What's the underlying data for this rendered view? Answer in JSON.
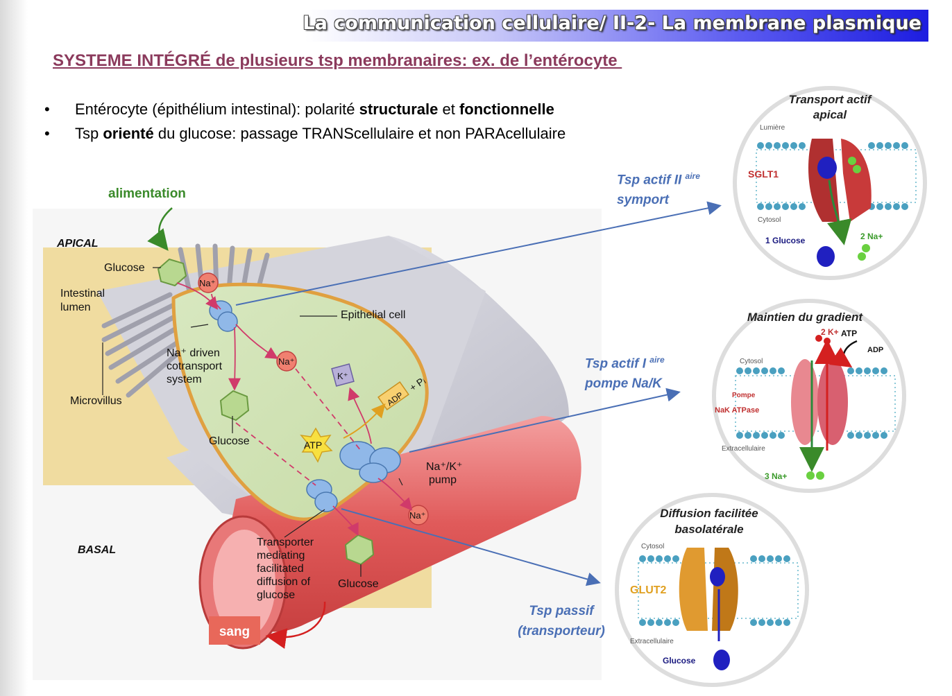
{
  "header": {
    "title_part1": "La communication cellulaire/",
    "title_part2": " II-2- La membrane plasmique"
  },
  "subtitle": "SYSTEME INTÉGRÉ de plusieurs tsp membranaires: ex. de l’entérocyte ",
  "bullets": [
    {
      "t1": "Entérocyte (épithélium intestinal): polarité ",
      "b1": "structurale",
      "t2": " et ",
      "b2": "fonctionnelle",
      "t3": ""
    },
    {
      "t1": "Tsp ",
      "b1": "orienté",
      "t2": " du glucose: passage TRANScellulaire et non PARAcellulaire",
      "b2": "",
      "t3": ""
    }
  ],
  "diagram": {
    "alimentation": "alimentation",
    "apical": "APICAL",
    "basal": "BASAL",
    "glucose": "Glucose",
    "intestinal": "Intestinal",
    "lumen": "lumen",
    "microvillus": "Microvillus",
    "epithelial_cell": "Epithelial cell",
    "na_driven_1": "Na⁺ driven",
    "na_driven_2": "cotransport",
    "na_driven_3": "system",
    "na": "Na⁺",
    "k": "K⁺",
    "atp": "ATP",
    "adp": "ADP",
    "plus_pi": "+ Pᵢ",
    "pump_1": "Na⁺/K⁺",
    "pump_2": "pump",
    "trans_1": "Transporter",
    "trans_2": "mediating",
    "trans_3": "facilitated",
    "trans_4": "diffusion of",
    "trans_5": "glucose",
    "sang": "sang"
  },
  "tags": {
    "symport_1": "Tsp actif II",
    "symport_sup": "aire",
    "symport_2": "symport",
    "pump_1": "Tsp actif I",
    "pump_sup": "aire",
    "pump_2": "pompe Na/K",
    "passive_1": "Tsp passif",
    "passive_2": "(transporteur)"
  },
  "insets": {
    "sglt": {
      "title1": "Transport actif",
      "title2": "apical",
      "lumiere": "Lumière",
      "protein": "SGLT1",
      "cytosol": "Cytosol",
      "glucose": "1 Glucose",
      "na": "2 Na+"
    },
    "pump": {
      "title": "Maintien du gradient",
      "k": "2 K+",
      "atp": "ATP",
      "adp": "ADP",
      "cytosol": "Cytosol",
      "protein1": "Pompe",
      "protein2": "NaK ATPase",
      "extra": "Extracellulaire",
      "na": "3 Na+"
    },
    "glut": {
      "title1": "Diffusion facilitée",
      "title2": "basolatérale",
      "cytosol": "Cytosol",
      "protein": "GLUT2",
      "extra": "Extracellulaire",
      "glucose": "Glucose"
    }
  },
  "colors": {
    "header_blue": "#1d1de0",
    "subtitle": "#8b3a5c",
    "tag_blue": "#4a6fb5",
    "green_label": "#3a8a2a",
    "sang_box": "#e8685a"
  }
}
